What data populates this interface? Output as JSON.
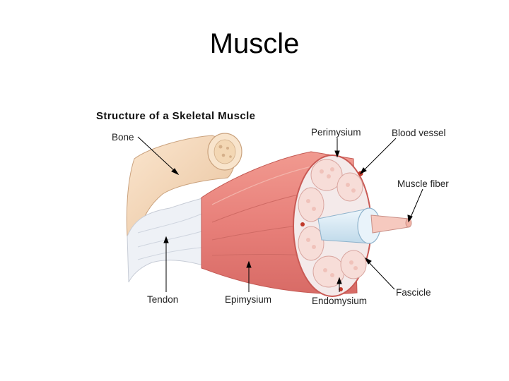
{
  "slide": {
    "title": "Muscle"
  },
  "figure": {
    "title": "Structure of a Skeletal Muscle",
    "labels": {
      "bone": "Bone",
      "perimysium": "Perimysium",
      "blood_vessel": "Blood vessel",
      "muscle_fiber": "Muscle fiber",
      "tendon": "Tendon",
      "epimysium": "Epimysium",
      "endomysium": "Endomysium",
      "fascicle": "Fascicle"
    },
    "colors": {
      "muscle": "#e8867e",
      "muscle_dark": "#c95a55",
      "bone": "#f6d9b9",
      "tendon": "#eef1f6",
      "fascicle": "#f7ddd8",
      "fiber": "#dfeef7"
    }
  }
}
